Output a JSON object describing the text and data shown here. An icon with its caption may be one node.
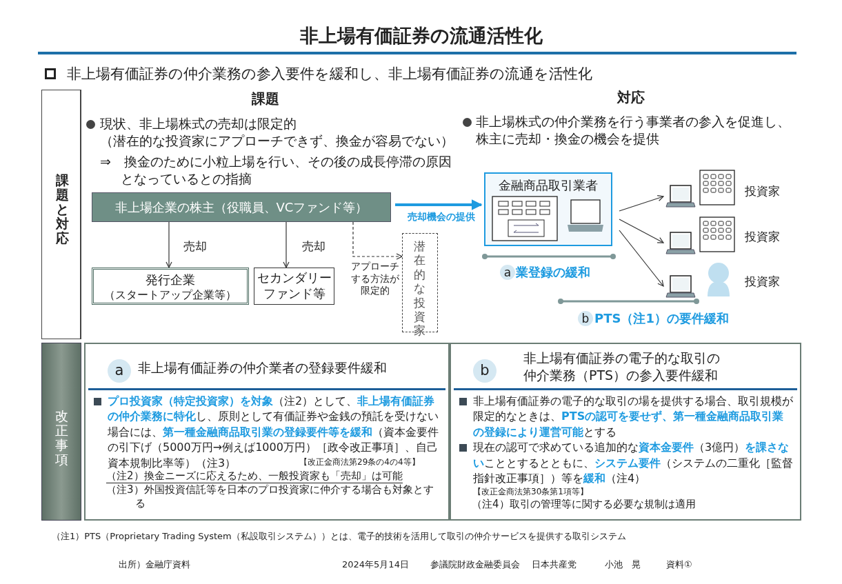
{
  "diagram": {
    "title": "非上場有価証券の流通活性化",
    "nodes": [
      {
        "text": [
          "課題と対応"
        ]
      },
      {
        "text": [
          "改正事項"
        ]
      },
      {
        "text": [
          "非上場企業の株主（役職員、VCファンド等）"
        ]
      },
      {
        "text": [
          "発行企業",
          "（スタートアップ企業等）"
        ]
      },
      {
        "text": [
          "セカンダリーファンド等"
        ]
      },
      {
        "text": [
          "潜在的な投資家"
        ]
      },
      {
        "text": [
          "金融商品取引業者"
        ]
      },
      {
        "text": [],
        "shape": "laptop"
      },
      {
        "text": [],
        "shape": "laptop"
      },
      {
        "text": [],
        "shape": "laptop"
      },
      {
        "text": [
          "a",
          "非上場有価証券の仲介業者の登録要件緩和",
          "**プロ投資家（特定投資家）を対象**（注2）として、**非上場有価証券の仲介業務に特化**し、原則として有価証券や金銭の預託を受けない場合には、**第一種金融商品取引業の登録要件等を緩和**（資本金要件の引下げ（5000万円→例えば1000万円）［政令改正事項］、自己資本規制比率等）（注3）",
          "【改正金商法第29条の4の4等】",
          "（注2）換金ニーズに応えるため、一般投資家も「売却」は可能",
          "（注3）外国投資信託等を日本のプロ投資家に仲介する場合も対象とする"
        ]
      },
      {
        "text": [
          "b",
          "非上場有価証券の電子的な取引の仲介業務（PTS）の参入要件緩和",
          "非上場有価証券の電子的な取引の場を提供する場合、取引規模が限定的なときは、**PTSの認可を要せず、第一種金融商品取引業の登録により運営可能**とする",
          "現在の認可で求めている追加的な**資本金要件**（3億円）**を課さない**こととするとともに、**システム要件**（システムの二重化［監督指針改正事項］）等を**緩和**（注4）",
          "【改正金商法第30条第1項等】",
          "（注4）取引の管理等に関する必要な規制は適用"
        ]
      }
    ],
    "edges": [
      {
        "from": 2,
        "to": 3,
        "arrow": "to",
        "label": "売却"
      },
      {
        "from": 2,
        "to": 4,
        "arrow": "to",
        "label": "売却"
      },
      {
        "from": 2,
        "to": 5,
        "arrow": "to",
        "label": "アプローチする方法が限定的",
        "style": "dashed"
      },
      {
        "from": 2,
        "to": 6,
        "arrow": "to",
        "label": "売却機会の提供",
        "style": "thick",
        "color": "#1e9be0"
      },
      {
        "from": 6,
        "to": 7,
        "arrow": "to"
      },
      {
        "from": 6,
        "to": 8,
        "arrow": "to"
      },
      {
        "from": 6,
        "to": 9,
        "arrow": "to"
      }
    ],
    "labels": [
      "非上場有価証券の仲介業務の参入要件を緩和し、非上場有価証券の流通を活性化",
      "課題",
      "対応",
      "現状、非上場株式の売却は限定的",
      "（潜在的な投資家にアプローチできず、換金が容易でない）",
      "⇒　換金のために小粒上場を行い、その後の成長停滞の原因となっているとの指摘",
      "非上場株式の仲介業務を行う事業者の参入を促進し、株主に売却・換金の機会を提供",
      "投資家",
      "投資家",
      "投資家",
      "a",
      "業登録の緩和",
      "b",
      "**PTS**（注1）**の要件緩和**",
      "（注1）PTS（Proprietary Trading System（私設取引システム））とは、電子的技術を活用して取引の仲介サービスを提供する取引システム",
      "出所）金融庁資料",
      "2024年5月14日",
      "参議院財政金融委員会",
      "日本共産党",
      "小池　晃",
      "資料①"
    ]
  }
}
